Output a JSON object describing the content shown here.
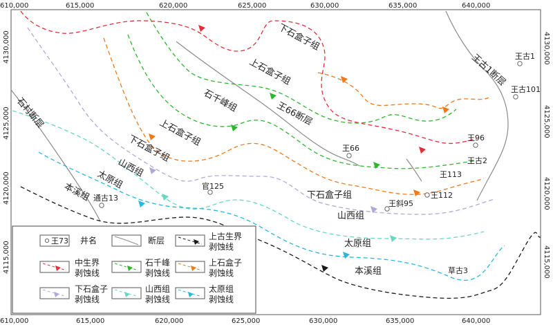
{
  "axes": {
    "x_ticks": [
      "610,000",
      "615,000",
      "620,000",
      "625,000",
      "630,000",
      "635,000",
      "640,000"
    ],
    "y_ticks": [
      "4130,000",
      "4125,000",
      "4120,000",
      "4115,000"
    ]
  },
  "colors": {
    "mesozoic": "#e0303a",
    "qianfeng": "#2fb52f",
    "upper_shihezi": "#ee7a1c",
    "lower_shihezi": "#b2a8d8",
    "shanxi": "#66d7c3",
    "taiyuan": "#29b6df",
    "paleozoic": "#1a1a1a",
    "fault": "#8a8a8a"
  },
  "labels": {
    "xsh_top": "下石盒子组",
    "ssh_top": "上石盒子组",
    "qfz": "石千峰组",
    "w66_fault": "王66断层",
    "ssh_mid": "上石盒子组",
    "xsh_mid": "下石盒子组",
    "sx_left": "山西组",
    "ty_left": "太原组",
    "bx_left": "本溪组",
    "xsh_low": "下石盒子组",
    "sx_low": "山西组",
    "ty_low": "太原组",
    "bx_low": "本溪组",
    "shicun_fault": "石村断层",
    "wanggu_fault": "王古1断层"
  },
  "wells": [
    "王古1",
    "王古101",
    "王96",
    "王古2",
    "王66",
    "王113",
    "王112",
    "王斜95",
    "官125",
    "通古13",
    "草古3"
  ],
  "legend": {
    "well_sample": "王73",
    "well_name": "井名",
    "fault": "断层",
    "paleozoic_1": "上古生界",
    "paleozoic_2": "剥蚀线",
    "mesozoic_1": "中生界",
    "mesozoic_2": "剥蚀线",
    "qianfeng_1": "石千峰",
    "qianfeng_2": "剥蚀线",
    "ushz_1": "上石盒子",
    "ushz_2": "剥蚀线",
    "lshz_1": "下石盒子",
    "lshz_2": "剥蚀线",
    "shanxi_1": "山西组",
    "shanxi_2": "剥蚀线",
    "taiyuan_1": "太原组",
    "taiyuan_2": "剥蚀线"
  }
}
